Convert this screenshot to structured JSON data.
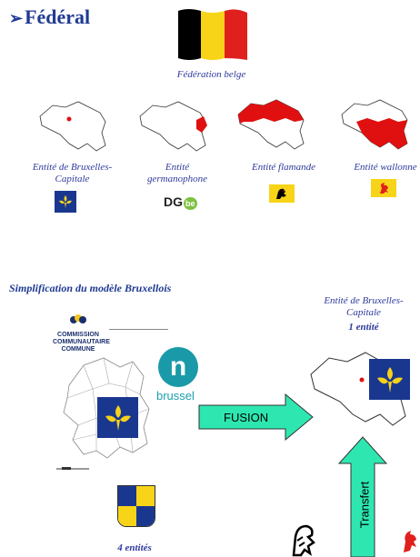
{
  "title": "Fédéral",
  "federation_label": "Fédération belge",
  "entities": [
    {
      "label_line1": "Entité de Bruxelles-",
      "label_line2": "Capitale",
      "emblem": "iris-emblem"
    },
    {
      "label_line1": "Entité",
      "label_line2": "germanophone",
      "emblem": "dg-logo"
    },
    {
      "label_line1": "Entité flamande",
      "label_line2": "",
      "emblem": "flemish-lion-emblem"
    },
    {
      "label_line1": "Entité wallonne",
      "label_line2": "",
      "emblem": "walloon-rooster-emblem"
    }
  ],
  "dg_logo": {
    "part1": "DG",
    "part2": "be"
  },
  "section_title": "Simplification du modèle Bruxellois",
  "ccc_logo": {
    "line1": "COMMISSION",
    "line2": "COMMUNAUTAIRE",
    "line3": "COMMUNE"
  },
  "brussel_logo": {
    "letter": "n",
    "word": "brussel"
  },
  "four_entities": "4 entités",
  "right_entity": {
    "line1": "Entité de Bruxelles-",
    "line2": "Capitale",
    "count": "1 entité"
  },
  "arrows": {
    "fusion": "FUSION",
    "transfer": "Transfert"
  },
  "colors": {
    "title_blue": "#1f3a93",
    "caption_blue": "#2f3a9c",
    "region_red": "#e01010",
    "arrow_green": "#2ee6b0",
    "flag_black": "#000000",
    "flag_yellow": "#f7d417",
    "flag_red": "#e0201c",
    "iris_blue": "#1a3790",
    "iris_yellow": "#f5d21a"
  }
}
